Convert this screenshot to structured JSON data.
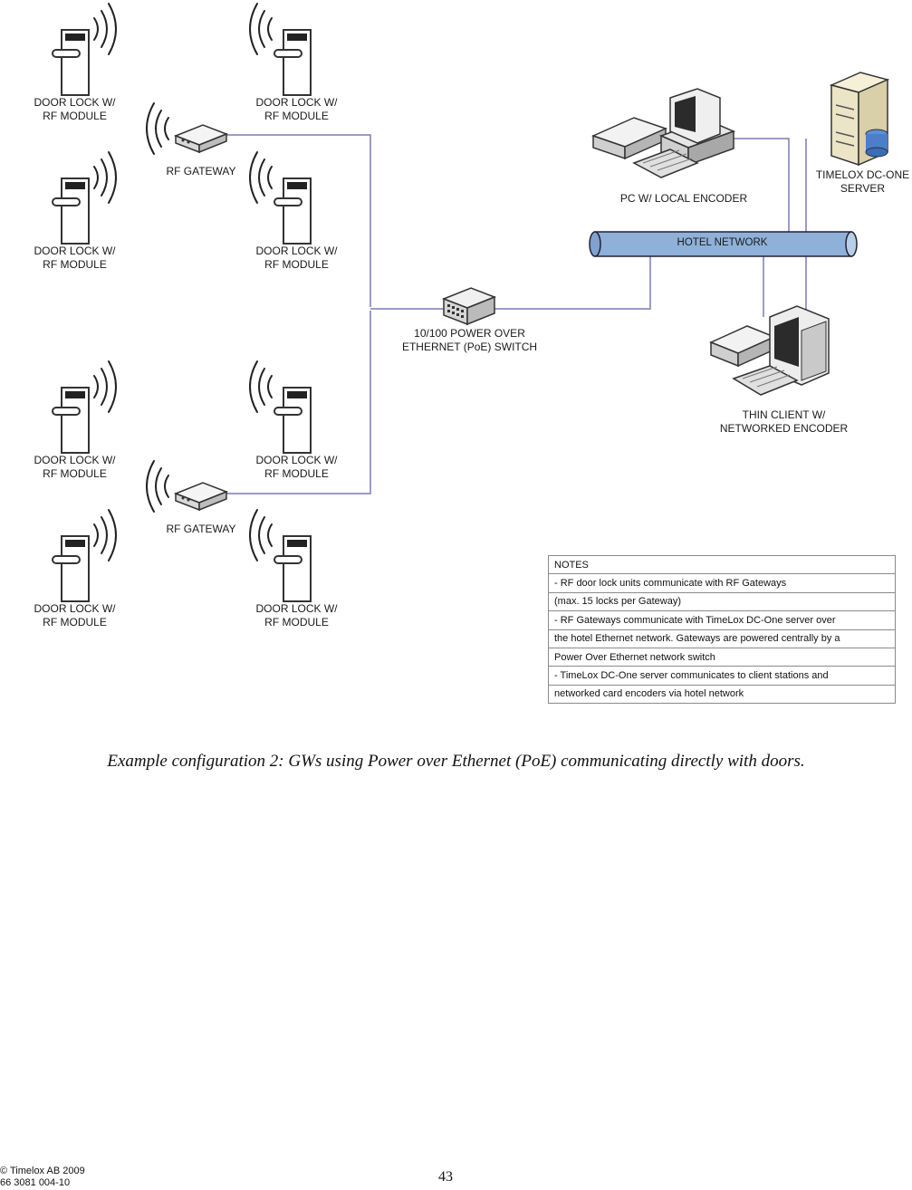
{
  "diagram": {
    "door_lock_label_1": "DOOR LOCK W/",
    "door_lock_label_2": "RF MODULE",
    "gateway_label": "RF GATEWAY",
    "switch_label_1": "10/100 POWER OVER",
    "switch_label_2": "ETHERNET (PoE) SWITCH",
    "pc_label": "PC W/ LOCAL ENCODER",
    "server_label_1": "TIMELOX DC-ONE",
    "server_label_2": "SERVER",
    "network_label": "HOTEL NETWORK",
    "thin_client_label_1": "THIN CLIENT W/",
    "thin_client_label_2": "NETWORKED ENCODER",
    "line_color": "#7a7ab8",
    "network_color": "#8fb0d8"
  },
  "notes": {
    "header": "NOTES",
    "lines": [
      "- RF door lock units communicate with RF Gateways",
      "(max. 15 locks per Gateway)",
      "- RF Gateways communicate with TimeLox DC-One server over",
      "the hotel Ethernet network. Gateways are powered centrally by a",
      "Power Over Ethernet network switch",
      "- TimeLox DC-One server communicates to client stations and",
      "networked card encoders via hotel network"
    ]
  },
  "caption": "Example configuration 2: GWs using Power over Ethernet (PoE) communicating directly with doors.",
  "footer": {
    "copyright": "© Timelox AB 2009",
    "doc_number": "66 3081 004-10",
    "page_number": "43"
  }
}
